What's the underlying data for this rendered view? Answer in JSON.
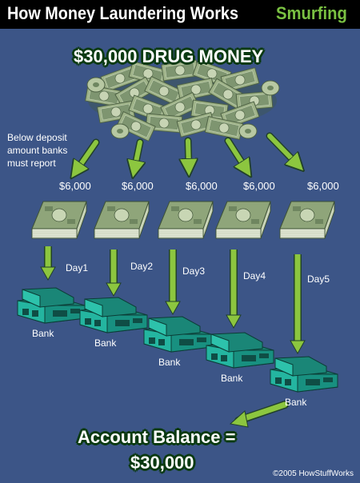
{
  "title": {
    "main": "How Money Laundering Works",
    "sub": "Smurfing"
  },
  "headline": "$30,000 DRUG MONEY",
  "note": [
    "Below deposit",
    "amount banks",
    "must report"
  ],
  "deposits": [
    {
      "amount": "$6,000",
      "day": "Day1"
    },
    {
      "amount": "$6,000",
      "day": "Day2"
    },
    {
      "amount": "$6,000",
      "day": "Day3"
    },
    {
      "amount": "$6,000",
      "day": "Day4"
    },
    {
      "amount": "$6,000",
      "day": "Day5"
    }
  ],
  "bank_label": "Bank",
  "total": {
    "line1": "Account Balance =",
    "line2": "$30,000"
  },
  "copyright": "©2005 HowStuffWorks",
  "colors": {
    "background": "#3c5587",
    "arrow": "#8cc63f",
    "money": "#8fa57a",
    "bank": "#1fa08f",
    "title_accent": "#7ac142"
  },
  "icons": [
    "money-pile-icon",
    "money-stack-icon",
    "bank-building-icon",
    "arrow-icon"
  ]
}
